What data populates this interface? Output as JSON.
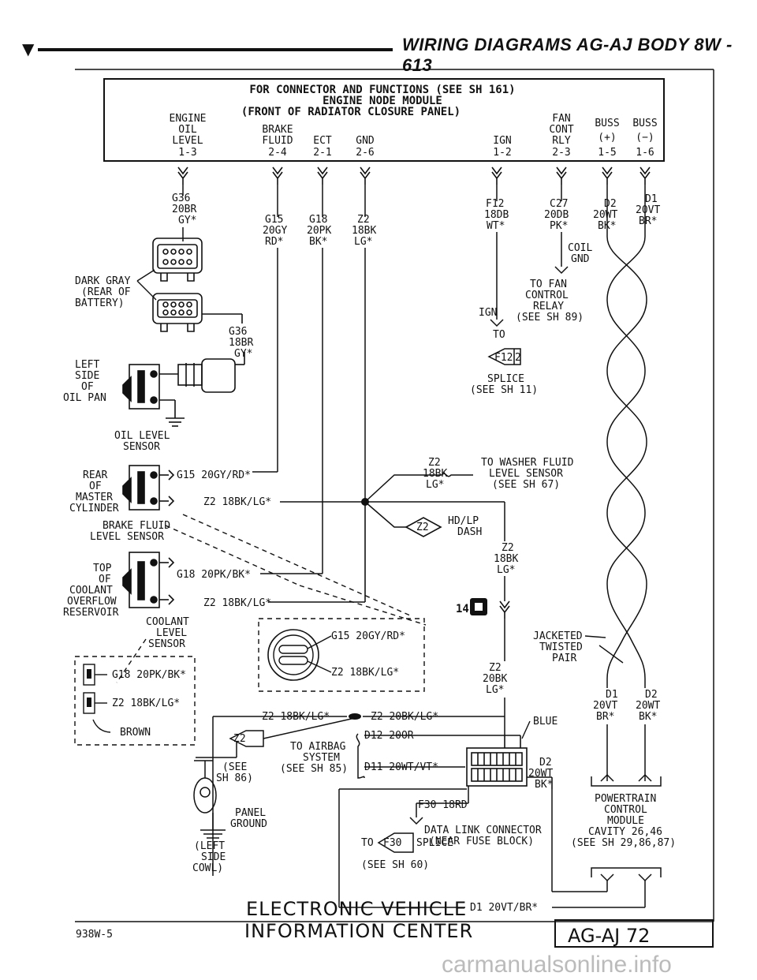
{
  "header": {
    "title": "WIRING DIAGRAMS AG-AJ BODY  8W - 613"
  },
  "module": {
    "line1": "FOR CONNECTOR AND FUNCTIONS (SEE SH 161)",
    "line2": "ENGINE NODE MODULE",
    "line3": "(FRONT OF RADIATOR CLOSURE PANEL)",
    "pins": [
      {
        "l1": "ENGINE",
        "l2": "OIL",
        "l3": "LEVEL",
        "pin": "1-3"
      },
      {
        "l1": "BRAKE",
        "l2": "FLUID",
        "pin": "2-4"
      },
      {
        "l1": "ECT",
        "pin": "2-1"
      },
      {
        "l1": "GND",
        "pin": "2-6"
      },
      {
        "l1": "IGN",
        "pin": "1-2"
      },
      {
        "l1": "FAN",
        "l2": "CONT",
        "l3": "RLY",
        "pin": "2-3"
      },
      {
        "l1": "BUSS",
        "l2": "(+)",
        "pin": "1-5"
      },
      {
        "l1": "BUSS",
        "l2": "(−)",
        "pin": "1-6"
      }
    ]
  },
  "wires": {
    "g36_top": [
      "G36",
      "20BR",
      "GY*"
    ],
    "g15": [
      "G15",
      "20GY",
      "RD*"
    ],
    "g18": [
      "G18",
      "20PK",
      "BK*"
    ],
    "z2_top": [
      "Z2",
      "18BK",
      "LG*"
    ],
    "f12": [
      "F12",
      "18DB",
      "WT*"
    ],
    "c27": [
      "C27",
      "20DB",
      "PK*"
    ],
    "d2_top": [
      "D2",
      "20WT",
      "BK*"
    ],
    "d1_top": [
      "D1",
      "20VT",
      "BR*"
    ],
    "g36_bot": [
      "G36",
      "18BR",
      "GY*"
    ],
    "z2_mid": [
      "Z2",
      "18BK",
      "LG*"
    ],
    "z2_right": [
      "Z2",
      "18BK",
      "LG*"
    ],
    "z2_low": [
      "Z2",
      "20BK",
      "LG*"
    ],
    "d1_low": [
      "D1",
      "20VT",
      "BR*"
    ],
    "d2_low": [
      "D2",
      "20WT",
      "BK*"
    ],
    "d2_dlc": [
      "D2",
      "20WT",
      "BK*"
    ]
  },
  "labels": {
    "dark_gray": [
      "DARK GRAY",
      "(REAR OF",
      "BATTERY)"
    ],
    "left_side": [
      "LEFT",
      "SIDE",
      "OF",
      "OIL PAN"
    ],
    "oil_sensor": [
      "OIL LEVEL",
      "SENSOR"
    ],
    "coil_gnd": [
      "COIL",
      "GND"
    ],
    "fan_relay": [
      "TO FAN",
      "CONTROL",
      "RELAY",
      "(SEE SH 89)"
    ],
    "ign": "IGN",
    "to": "TO",
    "f12_splice": "F12",
    "f12_num": "2",
    "splice_sh11": [
      "SPLICE",
      "(SEE SH 11)"
    ],
    "rear_master": [
      "REAR",
      "OF",
      "MASTER",
      "CYLINDER"
    ],
    "g15_wire": "G15 20GY/RD*",
    "z2_wire1": "Z2 18BK/LG*",
    "brake_sensor": [
      "BRAKE FLUID",
      "LEVEL SENSOR"
    ],
    "washer": [
      "TO WASHER FLUID",
      "LEVEL SENSOR",
      "(SEE SH 67)"
    ],
    "z2_diamond": "Z2",
    "hdlp": [
      "HD/LP",
      "DASH"
    ],
    "top_coolant": [
      "TOP",
      "OF",
      "COOLANT",
      "OVERFLOW",
      "RESERVOIR"
    ],
    "g18_wire": "G18 20PK/BK*",
    "z2_wire2": "Z2 18BK/LG*",
    "coolant_sensor": [
      "COOLANT",
      "LEVEL",
      "SENSOR"
    ],
    "ect_g15": "G15 20GY/RD*",
    "ect_z2": "Z2 18BK/LG*",
    "conn_14": "14",
    "jacketed": [
      "JACKETED",
      "TWISTED",
      "PAIR"
    ],
    "box_g18": "G18 20PK/BK*",
    "box_z2": "Z2 18BK/LG*",
    "box_brown": "BROWN",
    "z2_splice_l": "Z2 18BK/LG*",
    "z2_splice_r": "Z2 20BK/LG*",
    "z2_d": "Z2",
    "see_sh86": [
      "(SEE",
      "SH 86)"
    ],
    "airbag": [
      "TO AIRBAG",
      "SYSTEM",
      "(SEE SH 85)"
    ],
    "d12": "D12 20OR",
    "d11": "D11 20WT/VT*",
    "blue": "BLUE",
    "panel_gnd": [
      "PANEL",
      "GROUND"
    ],
    "left_cowl": [
      "(LEFT",
      "SIDE",
      "COWL)"
    ],
    "f30": "F30 18RD",
    "dlc": [
      "DATA LINK CONNECTOR",
      "(NEAR FUSE BLOCK)"
    ],
    "to_f30": "TO",
    "f30_d": "F30",
    "f30_splice": "SPLICE",
    "see_sh60": "(SEE SH 60)",
    "pcm": [
      "POWERTRAIN",
      "CONTROL",
      "MODULE",
      "CAVITY 26,46",
      "(SEE SH 29,86,87)"
    ],
    "d1_bottom": "D1 20VT/BR*"
  },
  "footer": {
    "line1": "ELECTRONIC VEHICLE",
    "line2": "INFORMATION CENTER",
    "code": "938W-5",
    "page": "AG-AJ 72",
    "watermark": "carmanualsonline.info"
  }
}
